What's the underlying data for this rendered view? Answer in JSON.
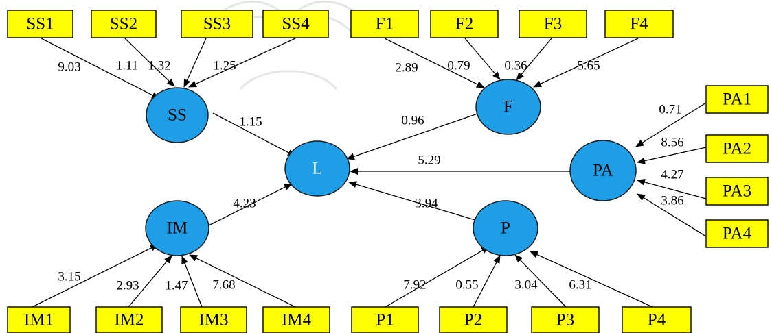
{
  "diagram": {
    "colors": {
      "indicator_fill": "#ffff00",
      "latent_fill": "#1e9ee6",
      "latent_label_light": "#ffffff",
      "latent_label_dark": "#000000",
      "line": "#000000"
    },
    "indicators": [
      {
        "id": "SS1",
        "label": "SS1"
      },
      {
        "id": "SS2",
        "label": "SS2"
      },
      {
        "id": "SS3",
        "label": "SS3"
      },
      {
        "id": "SS4",
        "label": "SS4"
      },
      {
        "id": "F1",
        "label": "F1"
      },
      {
        "id": "F2",
        "label": "F2"
      },
      {
        "id": "F3",
        "label": "F3"
      },
      {
        "id": "F4",
        "label": "F4"
      },
      {
        "id": "PA1",
        "label": "PA1"
      },
      {
        "id": "PA2",
        "label": "PA2"
      },
      {
        "id": "PA3",
        "label": "PA3"
      },
      {
        "id": "PA4",
        "label": "PA4"
      },
      {
        "id": "IM1",
        "label": "IM1"
      },
      {
        "id": "IM2",
        "label": "IM2"
      },
      {
        "id": "IM3",
        "label": "IM3"
      },
      {
        "id": "IM4",
        "label": "IM4"
      },
      {
        "id": "P1",
        "label": "P1"
      },
      {
        "id": "P2",
        "label": "P2"
      },
      {
        "id": "P3",
        "label": "P3"
      },
      {
        "id": "P4",
        "label": "P4"
      }
    ],
    "latents": [
      {
        "id": "SS",
        "label": "SS",
        "label_color": "dark"
      },
      {
        "id": "F",
        "label": "F",
        "label_color": "dark"
      },
      {
        "id": "L",
        "label": "L",
        "label_color": "light"
      },
      {
        "id": "PA",
        "label": "PA",
        "label_color": "dark"
      },
      {
        "id": "IM",
        "label": "IM",
        "label_color": "dark"
      },
      {
        "id": "P",
        "label": "P",
        "label_color": "dark"
      }
    ],
    "paths": [
      {
        "from": "SS1",
        "to": "SS",
        "coef": "9.03"
      },
      {
        "from": "SS2",
        "to": "SS",
        "coef": "1.11"
      },
      {
        "from": "SS3",
        "to": "SS",
        "coef": "1.32"
      },
      {
        "from": "SS4",
        "to": "SS",
        "coef": "1.25"
      },
      {
        "from": "F1",
        "to": "F",
        "coef": "2.89"
      },
      {
        "from": "F2",
        "to": "F",
        "coef": "0.79"
      },
      {
        "from": "F3",
        "to": "F",
        "coef": "0.36"
      },
      {
        "from": "F4",
        "to": "F",
        "coef": "5.65"
      },
      {
        "from": "PA1",
        "to": "PA",
        "coef": "0.71"
      },
      {
        "from": "PA2",
        "to": "PA",
        "coef": "8.56"
      },
      {
        "from": "PA3",
        "to": "PA",
        "coef": "4.27"
      },
      {
        "from": "PA4",
        "to": "PA",
        "coef": "3.86"
      },
      {
        "from": "IM1",
        "to": "IM",
        "coef": "3.15"
      },
      {
        "from": "IM2",
        "to": "IM",
        "coef": "2.93"
      },
      {
        "from": "IM3",
        "to": "IM",
        "coef": "1.47"
      },
      {
        "from": "IM4",
        "to": "IM",
        "coef": "7.68"
      },
      {
        "from": "P1",
        "to": "P",
        "coef": "7.92"
      },
      {
        "from": "P2",
        "to": "P",
        "coef": "0.55"
      },
      {
        "from": "P3",
        "to": "P",
        "coef": "3.04"
      },
      {
        "from": "P4",
        "to": "P",
        "coef": "6.31"
      },
      {
        "from": "SS",
        "to": "L",
        "coef": "1.15"
      },
      {
        "from": "F",
        "to": "L",
        "coef": "0.96"
      },
      {
        "from": "PA",
        "to": "L",
        "coef": "5.29"
      },
      {
        "from": "IM",
        "to": "L",
        "coef": "4.23"
      },
      {
        "from": "P",
        "to": "L",
        "coef": "3.94"
      }
    ]
  }
}
